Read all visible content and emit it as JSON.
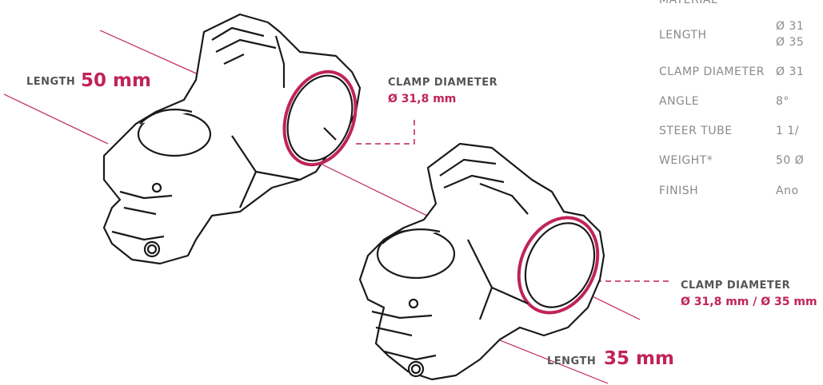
{
  "colors": {
    "accent": "#c0235a",
    "label": "#555555",
    "spec_text": "#8a8a8a",
    "drawing": "#1a1a1a"
  },
  "callouts": {
    "left_length_label": "LENGTH",
    "left_length_value": "50 mm",
    "left_clamp_label": "CLAMP DIAMETER",
    "left_clamp_value": "Ø 31,8 mm",
    "right_clamp_label": "CLAMP DIAMETER",
    "right_clamp_value": "Ø 31,8 mm / Ø 35 mm",
    "right_length_label": "LENGTH",
    "right_length_value": "35 mm"
  },
  "specs": {
    "rows": [
      {
        "label": "MATERIAL",
        "value": ""
      },
      {
        "label": "LENGTH",
        "value": "Ø 31",
        "value2": "Ø 35"
      },
      {
        "label": "CLAMP DIAMETER",
        "value": "Ø 31"
      },
      {
        "label": "ANGLE",
        "value": "8°"
      },
      {
        "label": "STEER TUBE",
        "value": "1 1/"
      },
      {
        "label": "WEIGHT*",
        "value": "50 Ø"
      },
      {
        "label": "FINISH",
        "value": "Ano"
      }
    ]
  }
}
